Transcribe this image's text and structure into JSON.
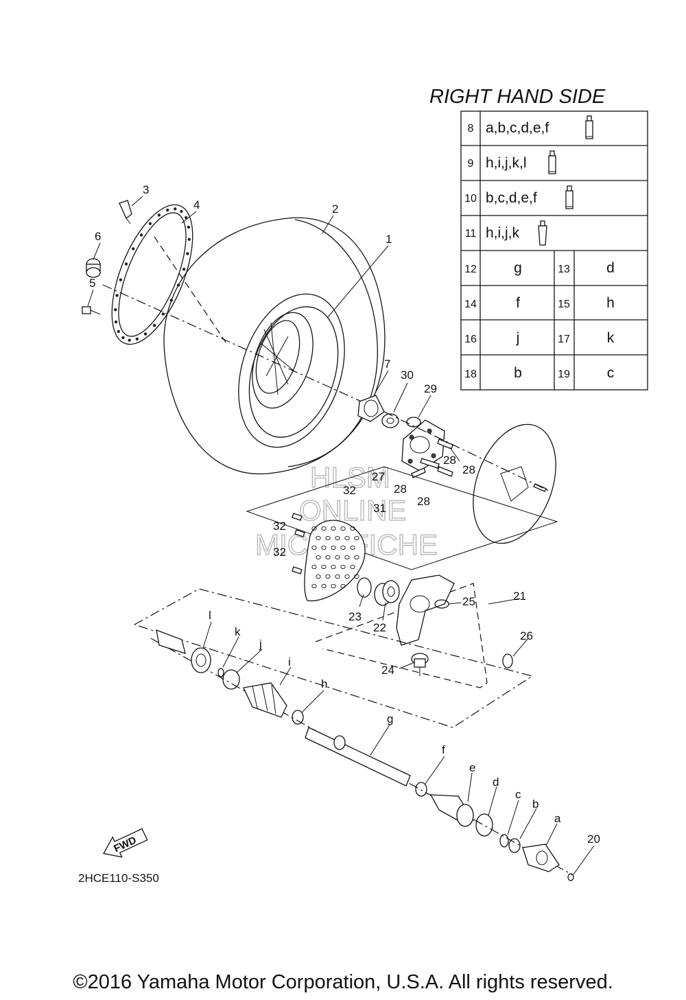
{
  "table": {
    "title": "RIGHT HAND SIDE",
    "rows_tube": [
      {
        "num": "8",
        "parts": "a,b,c,d,e,f"
      },
      {
        "num": "9",
        "parts": "h,i,j,k,l"
      },
      {
        "num": "10",
        "parts": "b,c,d,e,f"
      },
      {
        "num": "11",
        "parts": "h,i,j,k"
      }
    ],
    "rows_pair": [
      {
        "n1": "12",
        "v1": "g",
        "n2": "13",
        "v2": "d"
      },
      {
        "n1": "14",
        "v1": "f",
        "n2": "15",
        "v2": "h"
      },
      {
        "n1": "16",
        "v1": "j",
        "n2": "17",
        "v2": "k"
      },
      {
        "n1": "18",
        "v1": "b",
        "n2": "19",
        "v2": "c"
      }
    ]
  },
  "callouts": {
    "c1": "1",
    "c2": "2",
    "c3": "3",
    "c4": "4",
    "c5": "5",
    "c6": "6",
    "c7": "7",
    "c20": "20",
    "c21": "21",
    "c22": "22",
    "c23": "23",
    "c24": "24",
    "c25": "25",
    "c26": "26",
    "c27": "27",
    "c28a": "28",
    "c28b": "28",
    "c28c": "28",
    "c28d": "28",
    "c29": "29",
    "c30": "30",
    "c31": "31",
    "c32a": "32",
    "c32b": "32",
    "c32c": "32",
    "ca": "a",
    "cb": "b",
    "cc": "c",
    "cd": "d",
    "ce": "e",
    "cf": "f",
    "cg": "g",
    "ch": "h",
    "ci": "i",
    "cj": "j",
    "ck": "k",
    "cl": "l"
  },
  "fwd_label": "FWD",
  "diagram_code": "2HCE110-S350",
  "watermark": [
    "HLSM",
    "ONLINE",
    "MICROFICHE"
  ],
  "footer": "©2016 Yamaha Motor Corporation, U.S.A. All rights reserved."
}
